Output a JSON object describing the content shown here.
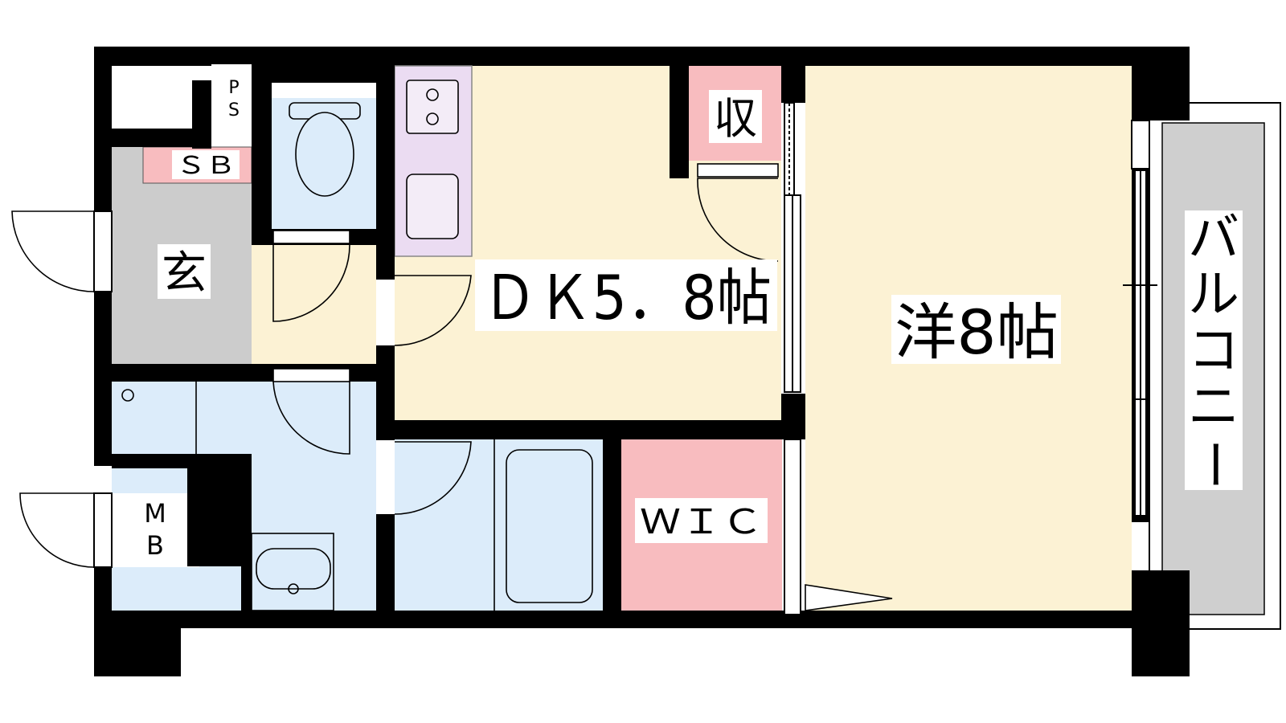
{
  "colors": {
    "wall": "#000000",
    "dk_floor": "#fcf2d4",
    "hall_floor": "#fcf2d4",
    "entrance": "#cccccc",
    "wet_area": "#dcecfa",
    "storage": "#f8bcbf",
    "kitchen": "#ebdcf2",
    "balcony": "#cfcfcf"
  },
  "rooms": {
    "dk": "ＤＫ5．8帖",
    "western": "洋8帖",
    "entrance": "玄",
    "closet": "収",
    "wic": "ＷＩＣ",
    "sb": "ＳＢ",
    "ps_1": "P",
    "ps_2": "S",
    "mb_1": "M",
    "mb_2": "B",
    "balcony": [
      "バ",
      "ル",
      "コ",
      "ニ",
      "ー"
    ]
  }
}
